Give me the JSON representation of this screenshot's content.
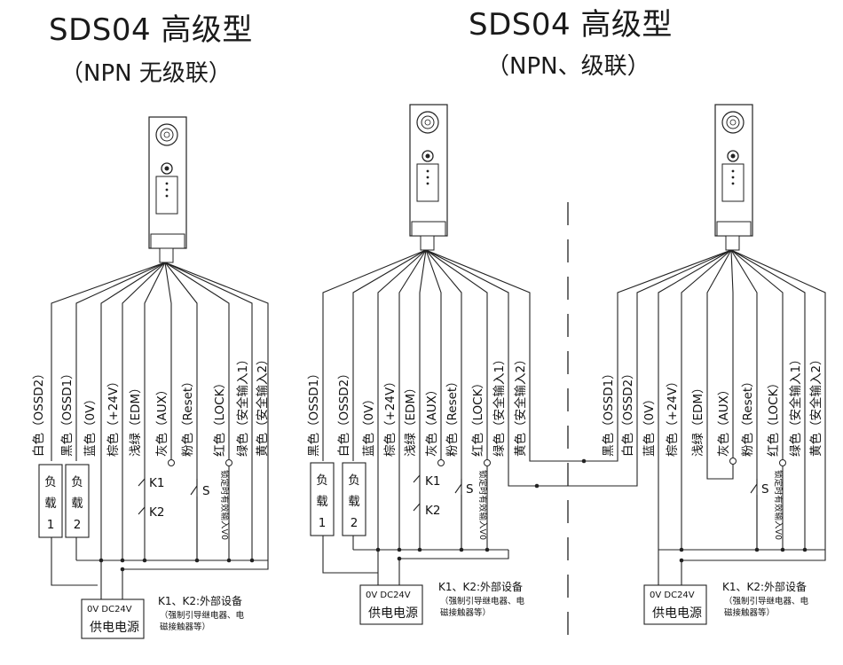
{
  "left_diagram": {
    "title": "SDS04 高级型",
    "subtitle": "（NPN 无级联）",
    "wires": [
      "白色（OSSD2）",
      "黑色（OSSD1）",
      "蓝色（0V）",
      "棕色（+24V）",
      "浅绿（EDM）",
      "灰色（AUX）",
      "粉色（Reset）",
      "红色（LOCK）",
      "绿色（安全输入1）",
      "黄色（安全输入2）"
    ],
    "load1": [
      "负",
      "载",
      "1"
    ],
    "load2": [
      "负",
      "载",
      "2"
    ],
    "k1": "K1",
    "k2": "K2",
    "s": "S",
    "lock_note": "锁定时有效输入V0",
    "power_top": "0V   DC24V",
    "power_label": "供电电源",
    "ext_title": "K1、K2:外部设备",
    "ext_note1": "（强制引导继电器、电",
    "ext_note2": "磁接触器等）"
  },
  "right_diagram": {
    "title": "SDS04 高级型",
    "subtitle": "（NPN、级联）",
    "unit_a_wires": [
      "黑色（OSSD1）",
      "白色（OSSD2）",
      "蓝色（0V）",
      "棕色（+24V）",
      "浅绿（EDM）",
      "灰色（AUX）",
      "粉色（Reset）",
      "红色（LOCK）",
      "绿色（安全输入1）",
      "黄色（安全输入2）"
    ],
    "unit_b_wires": [
      "黑色（OSSD1）",
      "白色（OSSD2）",
      "蓝色（0V）",
      "棕色（+24V）",
      "浅绿（EDM）",
      "灰色（AUX）",
      "粉色（Reset）",
      "红色（LOCK）",
      "绿色（安全输入1）",
      "黄色（安全输入2）"
    ],
    "load1": [
      "负",
      "载",
      "1"
    ],
    "load2": [
      "负",
      "载",
      "2"
    ],
    "k1": "K1",
    "k2": "K2",
    "s": "S",
    "lock_note": "锁定时有效输入V0",
    "power_top": "0V   DC24V",
    "power_label": "供电电源",
    "ext_title": "K1、K2:外部设备",
    "ext_note1": "（强制引导继电器、电",
    "ext_note2": "磁接触器等）"
  }
}
